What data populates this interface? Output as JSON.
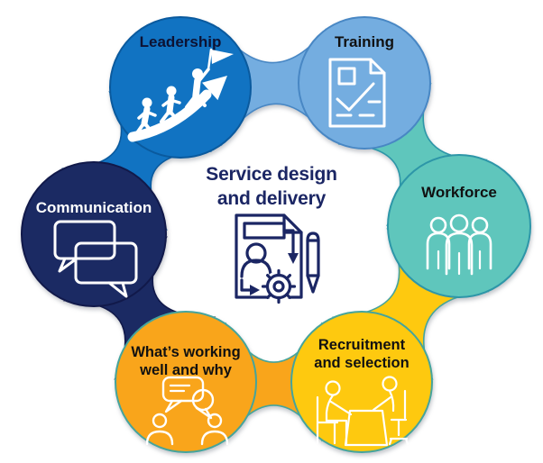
{
  "diagram": {
    "center": {
      "line1": "Service design",
      "line2": "and delivery",
      "text_color": "#1b2664",
      "icon": "document-gear-pencil-icon"
    },
    "petals": [
      {
        "id": "leadership",
        "label": "Leadership",
        "color": "#1173c2",
        "edge_color": "#0a5a9e",
        "label_color": "#0d1233",
        "icon": "team-climbing-arrow-flag-icon"
      },
      {
        "id": "training",
        "label": "Training",
        "color": "#74ade0",
        "edge_color": "#4887c4",
        "label_color": "#111111",
        "icon": "checklist-document-icon"
      },
      {
        "id": "workforce",
        "label": "Workforce",
        "color": "#5fc6bc",
        "edge_color": "#2d96a8",
        "label_color": "#111111",
        "icon": "three-people-icon"
      },
      {
        "id": "recruitment",
        "label": "Recruitment and selection",
        "label_line1": "Recruitment",
        "label_line2": "and selection",
        "color": "#fec90f",
        "edge_color": "#45a49c",
        "label_color": "#111111",
        "icon": "interview-at-desk-icon"
      },
      {
        "id": "whats-working",
        "label": "What’s working well and why",
        "label_line1": "What’s working",
        "label_line2": "well and why",
        "color": "#f9a51b",
        "edge_color": "#45a49c",
        "label_color": "#111111",
        "icon": "two-people-speech-bubbles-icon"
      },
      {
        "id": "communication",
        "label": "Communication",
        "color": "#1b2a63",
        "edge_color": "#11194a",
        "label_color": "#ffffff",
        "icon": "chat-bubbles-icon"
      }
    ]
  }
}
